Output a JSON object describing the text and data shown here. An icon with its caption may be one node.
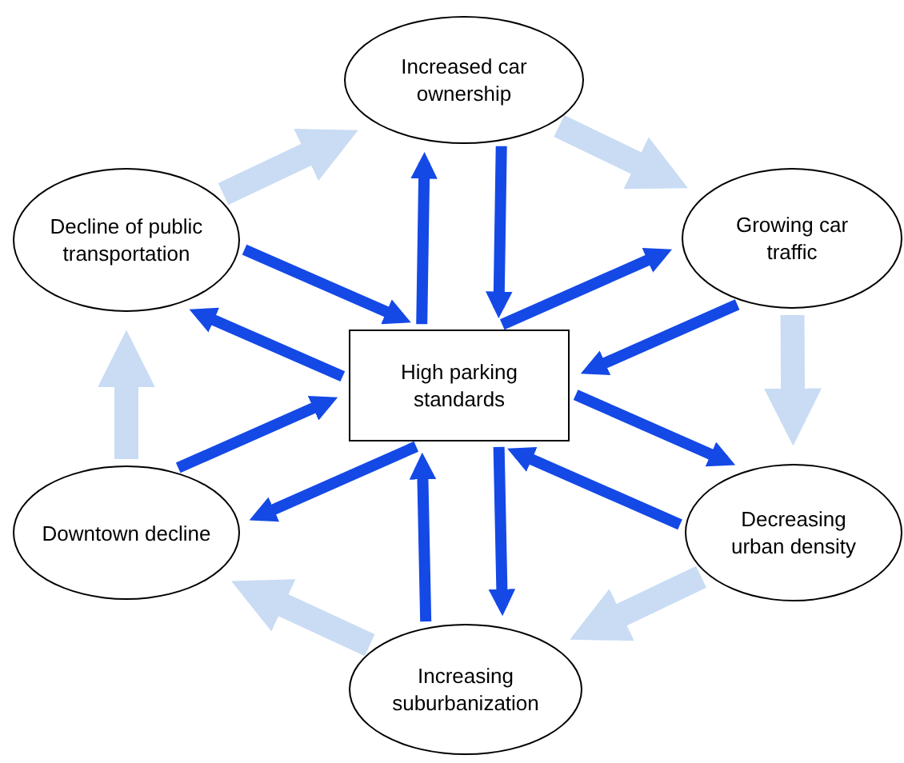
{
  "diagram": {
    "nodes": [
      {
        "text": [
          "Increased car ownership"
        ]
      },
      {
        "text": [
          "Growing car traffic"
        ]
      },
      {
        "text": [
          "Decreasing urban density"
        ]
      },
      {
        "text": [
          "Increasing suburbanization"
        ]
      },
      {
        "text": [
          "Downtown decline"
        ]
      },
      {
        "text": [
          "Decline of public transportation"
        ]
      },
      {
        "text": [
          "High parking standards"
        ]
      }
    ],
    "edges": [
      {
        "from": 0,
        "to": 1,
        "arrow": "to",
        "style": "thick",
        "color": "#c9dcf4"
      },
      {
        "from": 1,
        "to": 2,
        "arrow": "to",
        "style": "thick",
        "color": "#c9dcf4"
      },
      {
        "from": 2,
        "to": 3,
        "arrow": "to",
        "style": "thick",
        "color": "#c9dcf4"
      },
      {
        "from": 3,
        "to": 4,
        "arrow": "to",
        "style": "thick",
        "color": "#c9dcf4"
      },
      {
        "from": 4,
        "to": 5,
        "arrow": "to",
        "style": "thick",
        "color": "#c9dcf4"
      },
      {
        "from": 5,
        "to": 0,
        "arrow": "to",
        "style": "thick",
        "color": "#c9dcf4"
      },
      {
        "from": 6,
        "to": 0,
        "arrow": "to"
      },
      {
        "from": 0,
        "to": 6,
        "arrow": "to"
      },
      {
        "from": 1,
        "to": 6,
        "arrow": "to"
      },
      {
        "from": 6,
        "to": 1,
        "arrow": "to"
      },
      {
        "from": 2,
        "to": 6,
        "arrow": "to"
      },
      {
        "from": 6,
        "to": 2,
        "arrow": "to"
      },
      {
        "from": 3,
        "to": 6,
        "arrow": "to"
      },
      {
        "from": 6,
        "to": 3,
        "arrow": "to"
      },
      {
        "from": 6,
        "to": 4,
        "arrow": "to"
      },
      {
        "from": 4,
        "to": 6,
        "arrow": "to"
      },
      {
        "from": 6,
        "to": 5,
        "arrow": "to"
      },
      {
        "from": 5,
        "to": 6,
        "arrow": "to"
      }
    ]
  }
}
